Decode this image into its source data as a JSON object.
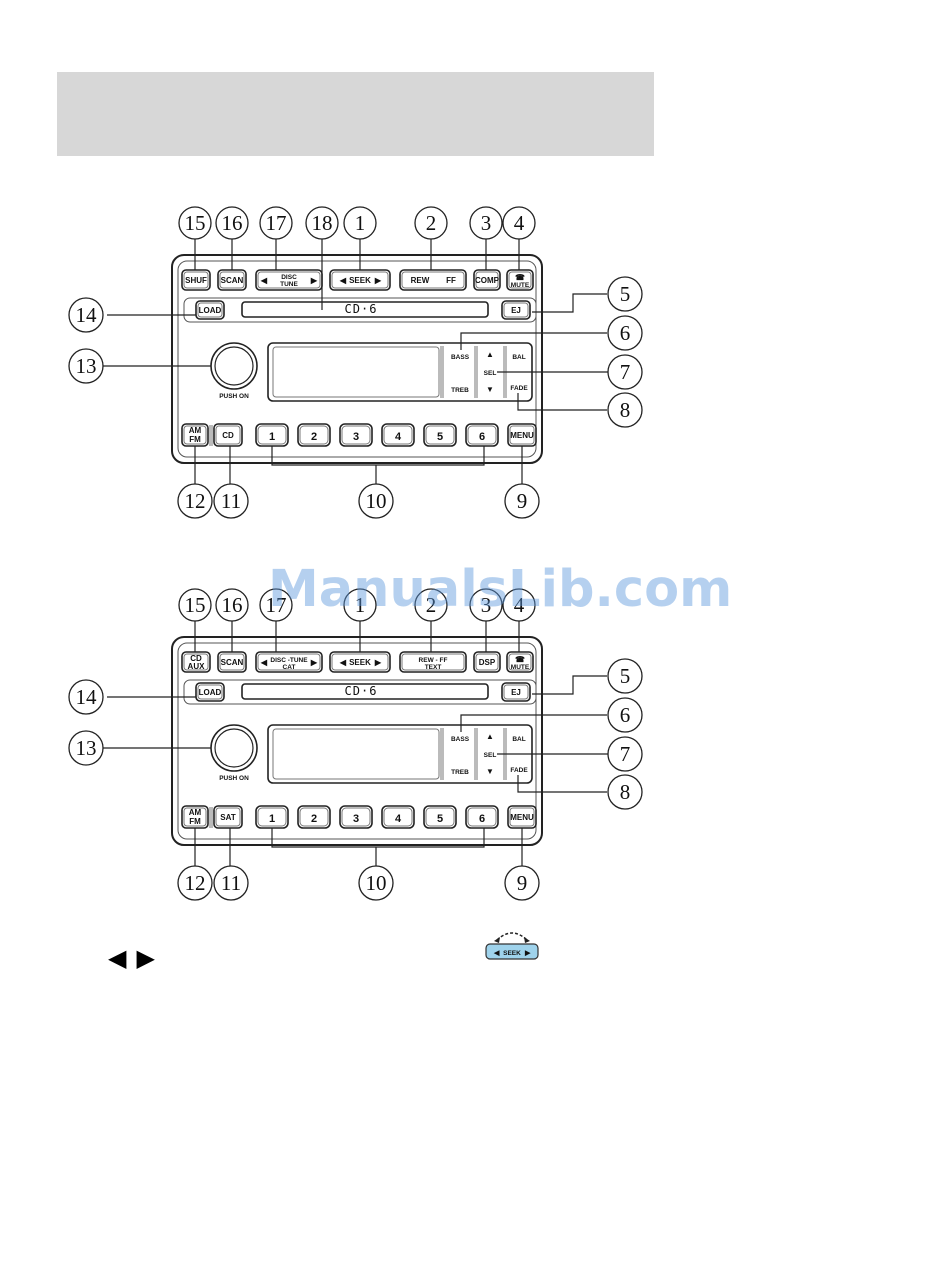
{
  "diagrams": [
    {
      "callouts": {
        "c1": "1",
        "c2": "2",
        "c3": "3",
        "c4": "4",
        "c5": "5",
        "c6": "6",
        "c7": "7",
        "c8": "8",
        "c9": "9",
        "c10": "10",
        "c11": "11",
        "c12": "12",
        "c13": "13",
        "c14": "14",
        "c15": "15",
        "c16": "16",
        "c17": "17",
        "c18": "18"
      },
      "buttons": {
        "b15a": "SHUF",
        "b15b": "",
        "b16": "SCAN",
        "b17a": "DISC",
        "b17b": "TUNE",
        "b17c": "",
        "seek": "SEEK",
        "rew": "REW",
        "ff": "FF",
        "text": "",
        "b3": "COMP",
        "mute": "MUTE",
        "load": "LOAD",
        "cd6": "CD·6",
        "ej": "EJ",
        "push_on": "PUSH ON",
        "bass": "BASS",
        "treb": "TREB",
        "sel": "SEL",
        "bal": "BAL",
        "fade": "FADE",
        "am": "AM",
        "fm": "FM",
        "b11": "CD",
        "p1": "1",
        "p2": "2",
        "p3": "3",
        "p4": "4",
        "p5": "5",
        "p6": "6",
        "menu": "MENU"
      }
    },
    {
      "callouts": {
        "c1": "1",
        "c2": "2",
        "c3": "3",
        "c4": "4",
        "c5": "5",
        "c6": "6",
        "c7": "7",
        "c8": "8",
        "c9": "9",
        "c10": "10",
        "c11": "11",
        "c12": "12",
        "c13": "13",
        "c14": "14",
        "c15": "15",
        "c16": "16",
        "c17": "17"
      },
      "buttons": {
        "b15a": "CD",
        "b15b": "AUX",
        "b16": "SCAN",
        "b17a": "DISC -TUNE",
        "b17b": "",
        "b17c": "CAT",
        "seek": "SEEK",
        "rew": "REW - FF",
        "ff": "",
        "text": "TEXT",
        "b3": "DSP",
        "mute": "MUTE",
        "load": "LOAD",
        "cd6": "CD·6",
        "ej": "EJ",
        "push_on": "PUSH ON",
        "bass": "BASS",
        "treb": "TREB",
        "sel": "SEL",
        "bal": "BAL",
        "fade": "FADE",
        "am": "AM",
        "fm": "FM",
        "b11": "SAT",
        "p1": "1",
        "p2": "2",
        "p3": "3",
        "p4": "4",
        "p5": "5",
        "p6": "6",
        "menu": "MENU"
      }
    }
  ],
  "watermark": "ManualsLib.com",
  "seek_icon_label": "SEEK",
  "icons": {
    "left": "left-arrow-icon",
    "right": "right-arrow-icon",
    "seek": "seek-button-icon"
  }
}
